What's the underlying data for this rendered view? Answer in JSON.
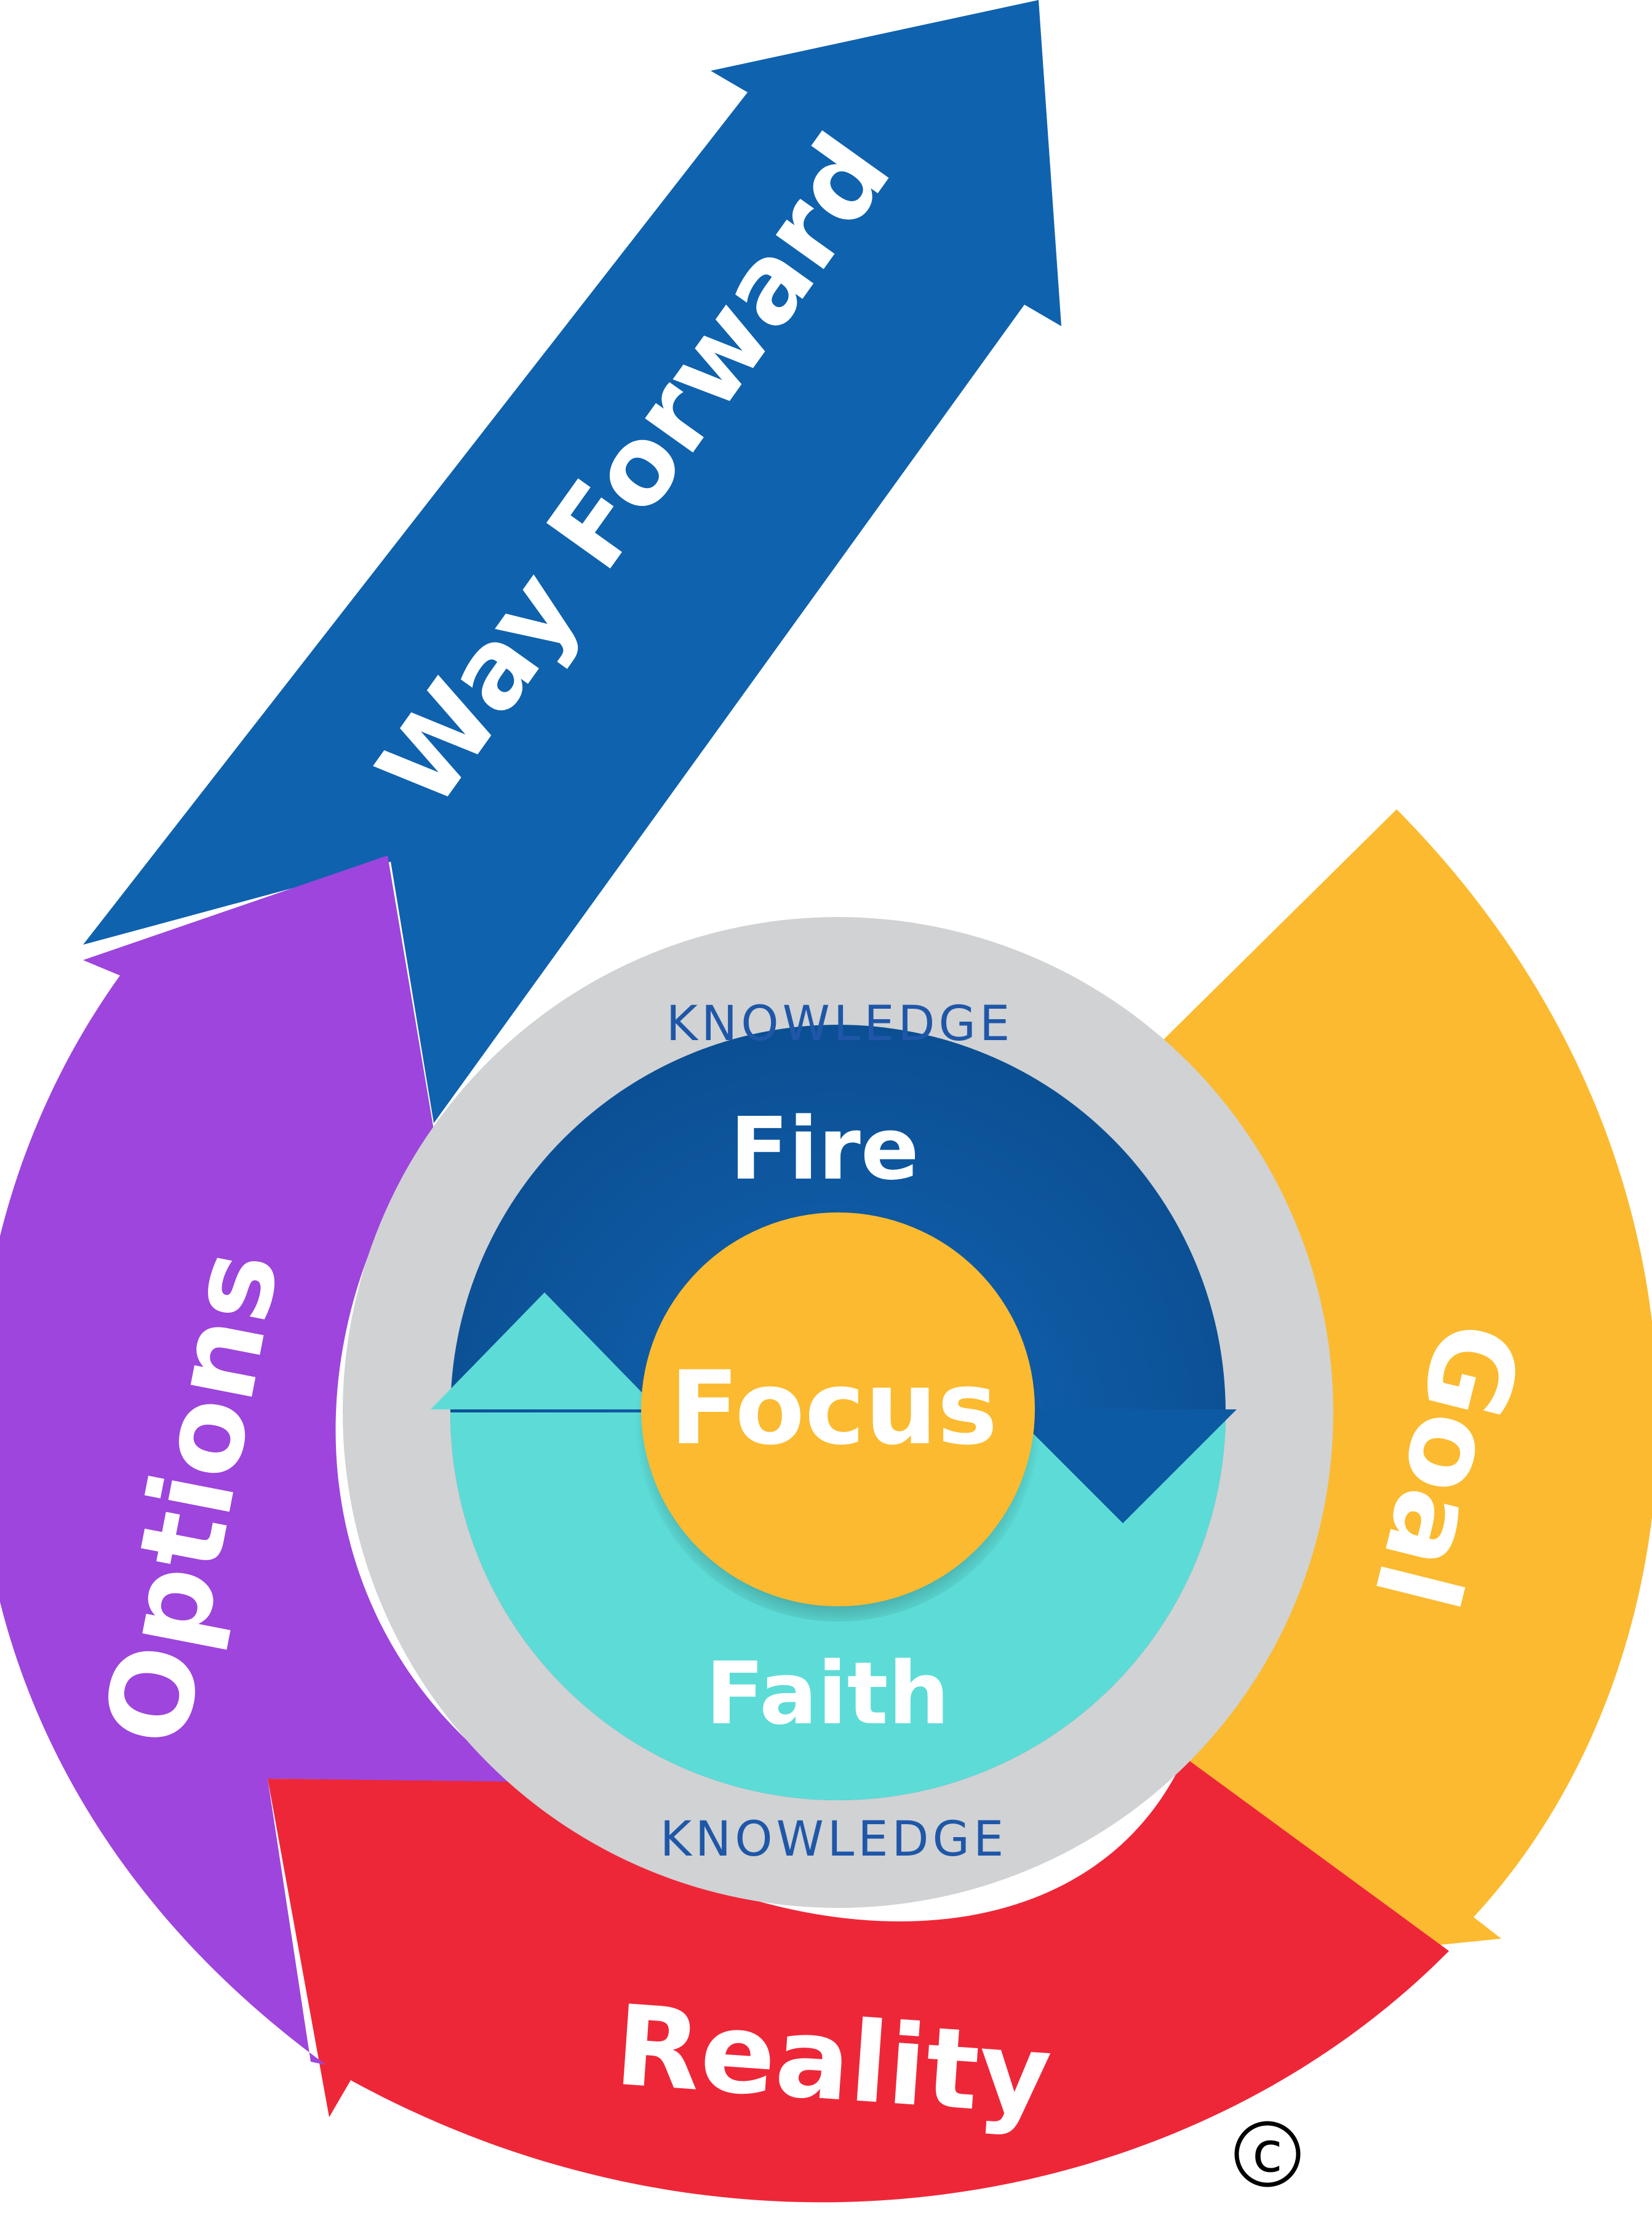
{
  "labels": {
    "way_forward": "Way Forward",
    "options": "Options",
    "goal": "Goal",
    "reality": "Reality",
    "fire": "Fire",
    "faith": "Faith",
    "focus": "Focus",
    "knowledge_top": "KNOWLEDGE",
    "knowledge_bottom": "KNOWLEDGE",
    "copyright": "©"
  },
  "colors": {
    "way_forward": "#0f62ae",
    "options": "#9d45dc",
    "goal": "#fbba30",
    "reality": "#ee2738",
    "fire": "#0d5aa4",
    "faith": "#5ddcd7",
    "focus": "#fbba2f",
    "knowledge_ring": "#d0d2d4",
    "knowledge_text": "#1f57a8",
    "label_text": "#ffffff"
  }
}
